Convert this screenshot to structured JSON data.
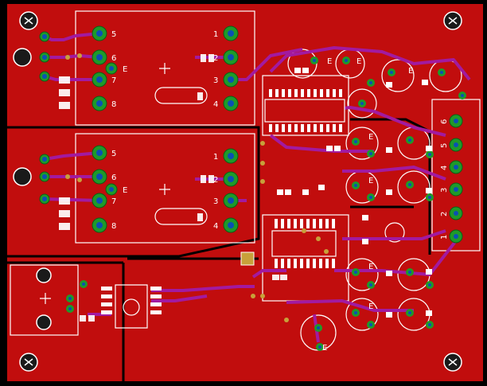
{
  "colors": {
    "board": "#c10d0d",
    "background": "#000000",
    "silk": "#ffffff",
    "trace": "#a21aa0",
    "pad": "#1e9a2a",
    "drill": "#0a4fb5",
    "via": "#c8a03a"
  },
  "relay_top": {
    "pins_left": [
      "5",
      "6",
      "7",
      "8"
    ],
    "pins_right": [
      "1",
      "2",
      "3",
      "4"
    ],
    "marker": "E"
  },
  "relay_bottom": {
    "pins_left": [
      "5",
      "6",
      "7",
      "8"
    ],
    "pins_right": [
      "1",
      "2",
      "3",
      "4"
    ],
    "marker": "E"
  },
  "cap_marker": "E",
  "connector_labels": [
    "6",
    "5",
    "4",
    "3",
    "2",
    "1"
  ],
  "icons": [
    "mounting-hole-icon",
    "relay-footprint-icon",
    "ic-chip-icon",
    "capacitor-icon",
    "terminal-block-icon"
  ]
}
